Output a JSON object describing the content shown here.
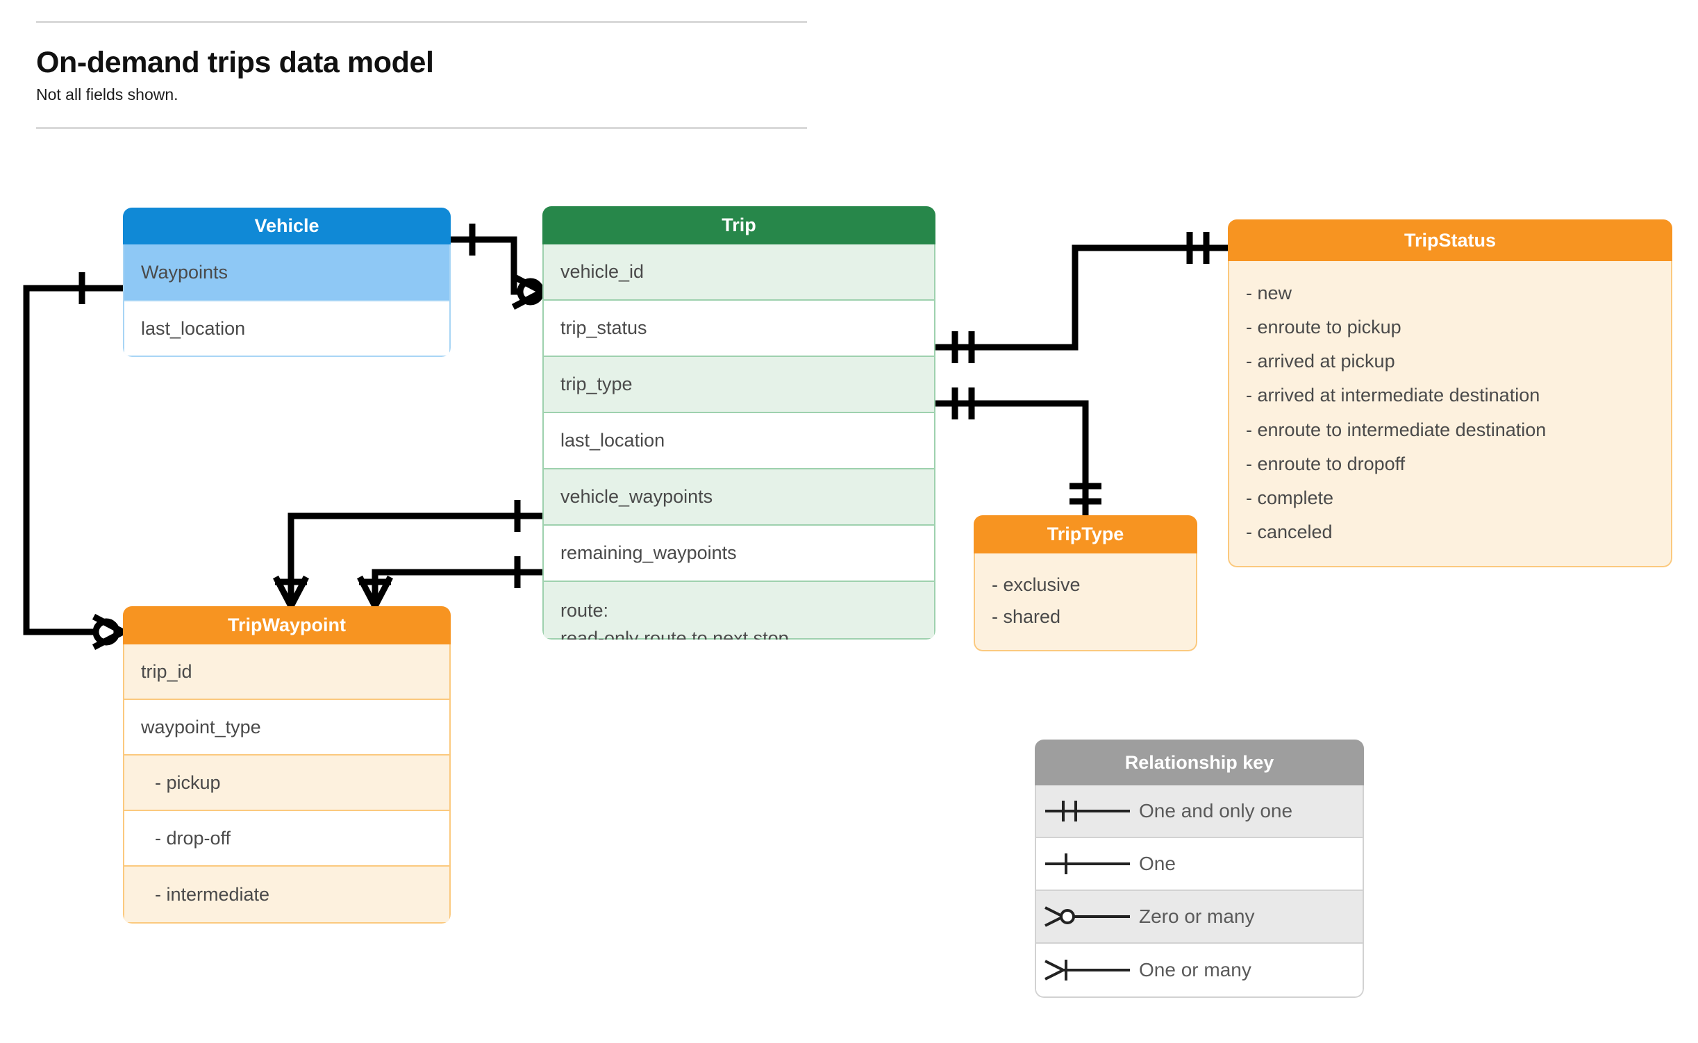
{
  "header": {
    "title": "On-demand trips data model",
    "subtitle": "Not all fields shown."
  },
  "entities": {
    "vehicle": {
      "name": "Vehicle",
      "header_color": "#1089d6",
      "rows": [
        {
          "label": "Waypoints"
        },
        {
          "label": "last_location"
        }
      ]
    },
    "trip": {
      "name": "Trip",
      "header_color": "#27874a",
      "rows": [
        {
          "label": "vehicle_id"
        },
        {
          "label": "trip_status"
        },
        {
          "label": "trip_type"
        },
        {
          "label": "last_location"
        },
        {
          "label": "vehicle_waypoints"
        },
        {
          "label": "remaining_waypoints"
        }
      ],
      "route_line1": "route:",
      "route_line2": "read-only route to next stop"
    },
    "trip_waypoint": {
      "name": "TripWaypoint",
      "header_color": "#f79421",
      "rows": [
        {
          "label": "trip_id"
        },
        {
          "label": "waypoint_type"
        },
        {
          "label": "-  pickup"
        },
        {
          "label": "-  drop-off"
        },
        {
          "label": "-  intermediate"
        }
      ]
    },
    "trip_type": {
      "name": "TripType",
      "header_color": "#f79421",
      "values": [
        "- exclusive",
        "- shared"
      ]
    },
    "trip_status": {
      "name": "TripStatus",
      "header_color": "#f79421",
      "values": [
        "- new",
        "- enroute to pickup",
        "- arrived at pickup",
        "- arrived at intermediate destination",
        "- enroute to intermediate destination",
        "- enroute to dropoff",
        "- complete",
        "- canceled"
      ]
    }
  },
  "legend": {
    "title": "Relationship key",
    "header_color": "#9e9e9e",
    "rows": [
      {
        "symbol": "one-and-only-one",
        "label": "One and only one"
      },
      {
        "symbol": "one",
        "label": "One"
      },
      {
        "symbol": "zero-or-many",
        "label": "Zero or many"
      },
      {
        "symbol": "one-or-many",
        "label": "One or many"
      }
    ]
  },
  "relationships": [
    {
      "from": "Vehicle",
      "to": "Trip.vehicle_id",
      "from_card": "one",
      "to_card": "zero-or-many"
    },
    {
      "from": "Vehicle.Waypoints",
      "to": "TripWaypoint",
      "from_card": "one",
      "to_card": "zero-or-many"
    },
    {
      "from": "Trip.trip_status",
      "to": "TripStatus",
      "from_card": "one-and-only-one",
      "to_card": "one-and-only-one"
    },
    {
      "from": "Trip.trip_type",
      "to": "TripType",
      "from_card": "one-and-only-one",
      "to_card": "one-and-only-one"
    },
    {
      "from": "Trip.vehicle_waypoints",
      "to": "TripWaypoint",
      "from_card": "one",
      "to_card": "one-or-many"
    },
    {
      "from": "Trip.remaining_waypoints",
      "to": "TripWaypoint",
      "from_card": "one",
      "to_card": "one-or-many"
    }
  ]
}
